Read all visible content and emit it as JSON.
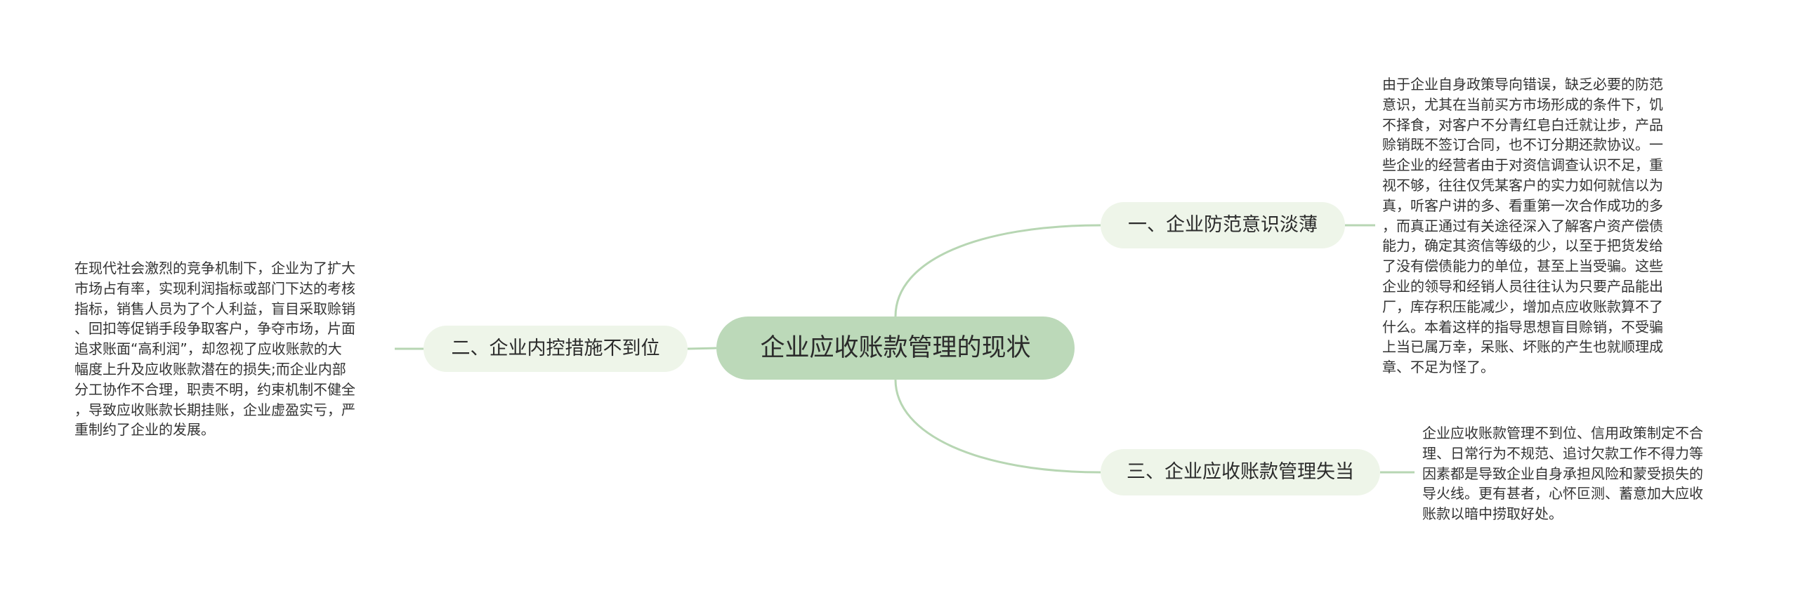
{
  "mindmap": {
    "root": "企业应收账款管理的现状",
    "branches": [
      {
        "label": "一、企业防范意识淡薄",
        "detail_lines": [
          "由于企业自身政策导向错误，缺乏必要的防范",
          "意识，尤其在当前买方市场形成的条件下，饥",
          "不择食，对客户不分青红皂白迁就让步，产品",
          "赊销既不签订合同，也不订分期还款协议。一",
          "些企业的经营者由于对资信调查认识不足，重",
          "视不够，往往仅凭某客户的实力如何就信以为",
          "真，听客户讲的多、看重第一次合作成功的多",
          "，而真正通过有关途径深入了解客户资产偿债",
          "能力，确定其资信等级的少，以至于把货发给",
          "了没有偿债能力的单位，甚至上当受骗。这些",
          "企业的领导和经销人员往往认为只要产品能出",
          "厂，库存积压能减少，增加点应收账款算不了",
          "什么。本着这样的指导思想盲目赊销，不受骗",
          "上当已属万幸，呆账、坏账的产生也就顺理成",
          "章、不足为怪了。"
        ]
      },
      {
        "label": "二、企业内控措施不到位",
        "detail_lines": [
          "在现代社会激烈的竞争机制下，企业为了扩大",
          "市场占有率，实现利润指标或部门下达的考核",
          "指标，销售人员为了个人利益，盲目采取赊销",
          "、回扣等促销手段争取客户，争夺市场，片面",
          "追求账面“高利润”，却忽视了应收账款的大",
          "幅度上升及应收账款潜在的损失;而企业内部",
          "分工协作不合理，职责不明，约束机制不健全",
          "，导致应收账款长期挂账，企业虚盈实亏，严",
          "重制约了企业的发展。"
        ]
      },
      {
        "label": "三、企业应收账款管理失当",
        "detail_lines": [
          "企业应收账款管理不到位、信用政策制定不合",
          "理、日常行为不规范、追讨欠款工作不得力等",
          "因素都是导致企业自身承担风险和蒙受损失的",
          "导火线。更有甚者，心怀叵测、蓄意加大应收",
          "账款以暗中捞取好处。"
        ]
      }
    ]
  },
  "colors": {
    "root_fill": "#bcd9b9",
    "branch_fill": "#eef5e9",
    "connector": "#b7d6b3",
    "text": "#333333"
  }
}
